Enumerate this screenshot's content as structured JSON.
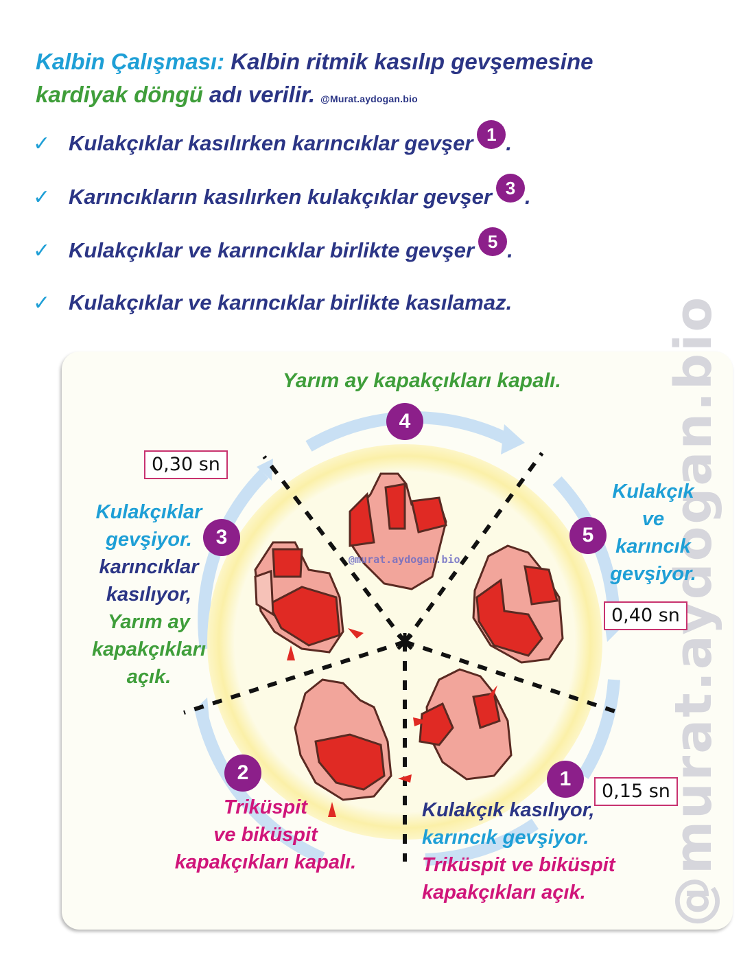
{
  "header": {
    "title_label": "Kalbin Çalışması:",
    "title_text": " Kalbin ritmik kasılıp gevşemesine",
    "term": "kardiyak döngü",
    "term_suffix": " adı verilir.",
    "credit": "@Murat.aydogan.bio"
  },
  "bullets": [
    {
      "check": "✓",
      "text": "Kulakçıklar kasılırken karıncıklar gevşer",
      "badge": "1",
      "end": "."
    },
    {
      "check": "✓",
      "text": "Karıncıkların kasılırken kulakçıklar gevşer",
      "badge": "3",
      "end": "."
    },
    {
      "check": "✓",
      "text": "Kulakçıklar ve karıncıklar birlikte gevşer",
      "badge": "5",
      "end": "."
    },
    {
      "check": "✓",
      "text": "Kulakçıklar ve karıncıklar birlikte kasılamaz.",
      "badge": null,
      "end": ""
    }
  ],
  "diagram": {
    "watermark": "@murat.aydogan.bio",
    "inner_credit": "@murat.aydogan.bio",
    "stage4": {
      "number": "4",
      "label": "Yarım ay kapakçıkları kapalı."
    },
    "stage3": {
      "number": "3",
      "line1": "Kulakçıklar",
      "line2": "gevşiyor.",
      "line3": "karıncıklar",
      "line4": "kasılıyor,",
      "line5": "Yarım ay",
      "line6": "kapakçıkları",
      "line7": "açık.",
      "time": "0,30 sn"
    },
    "stage5": {
      "number": "5",
      "line1": "Kulakçık",
      "line2": "ve",
      "line3": "karıncık",
      "line4": "gevşiyor.",
      "time": "0,40 sn"
    },
    "stage2": {
      "number": "2",
      "line1": "Triküspit",
      "line2": "ve biküspit",
      "line3": "kapakçıkları kapalı."
    },
    "stage1": {
      "number": "1",
      "line1": "Kulakçık kasılıyor,",
      "line2": "karıncık gevşiyor.",
      "line3": "Triküspit ve biküspit",
      "line4": "kapakçıkları açık.",
      "time": "0,15 sn"
    },
    "colors": {
      "badge": "#8c1f8a",
      "cycle_arrow": "#c5def3",
      "halo": "#fbeea0",
      "heart_dark": "#e02a24",
      "heart_light": "#f2a59b",
      "time_border": "#c8326f"
    }
  }
}
